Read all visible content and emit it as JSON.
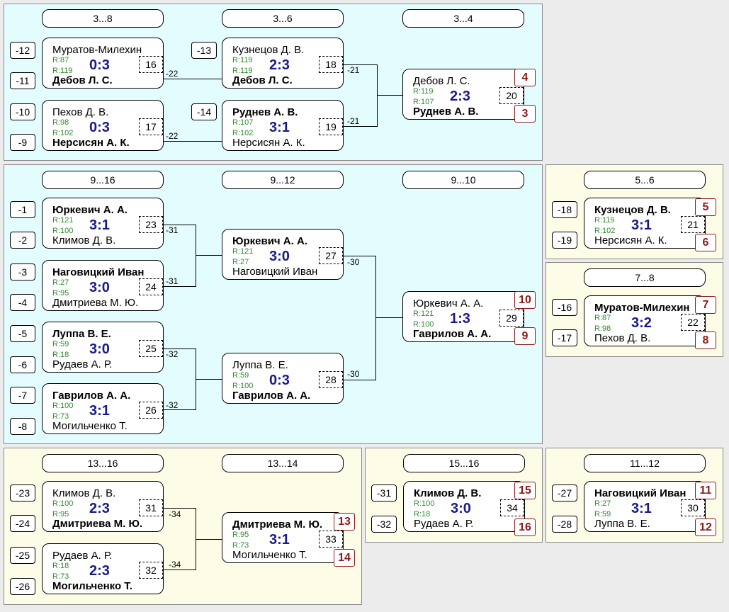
{
  "panels": {
    "main38": {
      "headers": [
        "3...8",
        "3...6",
        "3...4"
      ],
      "seeds": [
        "-12",
        "-11",
        "-10",
        "-9",
        "-13",
        "-14"
      ],
      "matches": [
        {
          "p1": "Муратов-Милехин",
          "p2": "Дебов Л. С.",
          "r1": "R:87",
          "r2": "R:119",
          "score": "0:3",
          "num": "16"
        },
        {
          "p1": "Пехов Д. В.",
          "p2": "Нерсисян А. К.",
          "r1": "R:98",
          "r2": "R:102",
          "score": "0:3",
          "num": "17"
        },
        {
          "p1": "Кузнецов Д. В.",
          "p2": "Дебов Л. С.",
          "r1": "R:119",
          "r2": "R:119",
          "score": "2:3",
          "num": "18"
        },
        {
          "p1": "Руднев А. В.",
          "p2": "Нерсисян А. К.",
          "r1": "R:107",
          "r2": "R:102",
          "score": "3:1",
          "num": "19"
        },
        {
          "p1": "Дебов Л. С.",
          "p2": "Руднев А. В.",
          "r1": "R:119",
          "r2": "R:107",
          "score": "2:3",
          "num": "20"
        }
      ],
      "dest": [
        "-22",
        "-22",
        "-21",
        "-21"
      ],
      "places": [
        "4",
        "3"
      ]
    },
    "main916": {
      "headers": [
        "9...16",
        "9...12",
        "9...10"
      ],
      "seeds": [
        "-1",
        "-2",
        "-3",
        "-4",
        "-5",
        "-6",
        "-7",
        "-8"
      ],
      "matches": [
        {
          "p1": "Юркевич А. А.",
          "p2": "Климов Д. В.",
          "r1": "R:121",
          "r2": "R:100",
          "score": "3:1",
          "num": "23"
        },
        {
          "p1": "Наговицкий Иван",
          "p2": "Дмитриева М. Ю.",
          "r1": "R:27",
          "r2": "R:95",
          "score": "3:0",
          "num": "24"
        },
        {
          "p1": "Луппа В. Е.",
          "p2": "Рудаев А. Р.",
          "r1": "R:59",
          "r2": "R:18",
          "score": "3:0",
          "num": "25"
        },
        {
          "p1": "Гаврилов А. А.",
          "p2": "Могильченко Т.",
          "r1": "R:100",
          "r2": "R:73",
          "score": "3:1",
          "num": "26"
        },
        {
          "p1": "Юркевич А. А.",
          "p2": "Наговицкий Иван",
          "r1": "R:121",
          "r2": "R:27",
          "score": "3:0",
          "num": "27"
        },
        {
          "p1": "Луппа В. Е.",
          "p2": "Гаврилов А. А.",
          "r1": "R:59",
          "r2": "R:100",
          "score": "0:3",
          "num": "28"
        },
        {
          "p1": "Юркевич А. А.",
          "p2": "Гаврилов А. А.",
          "r1": "R:121",
          "r2": "R:100",
          "score": "1:3",
          "num": "29"
        }
      ],
      "dest": [
        "-31",
        "-31",
        "-32",
        "-32",
        "-30",
        "-30"
      ],
      "places": [
        "10",
        "9"
      ]
    },
    "p56": {
      "header": "5...6",
      "seeds": [
        "-18",
        "-19"
      ],
      "match": {
        "p1": "Кузнецов Д. В.",
        "p2": "Нерсисян А. К.",
        "r1": "R:119",
        "r2": "R:102",
        "score": "3:1",
        "num": "21"
      },
      "places": [
        "5",
        "6"
      ]
    },
    "p78": {
      "header": "7...8",
      "seeds": [
        "-16",
        "-17"
      ],
      "match": {
        "p1": "Муратов-Милехин",
        "p2": "Пехов Д. В.",
        "r1": "R:87",
        "r2": "R:98",
        "score": "3:2",
        "num": "22"
      },
      "places": [
        "7",
        "8"
      ]
    },
    "main1316": {
      "headers": [
        "13...16",
        "13...14"
      ],
      "seeds": [
        "-23",
        "-24",
        "-25",
        "-26"
      ],
      "matches": [
        {
          "p1": "Климов Д. В.",
          "p2": "Дмитриева М. Ю.",
          "r1": "R:100",
          "r2": "R:95",
          "score": "2:3",
          "num": "31"
        },
        {
          "p1": "Рудаев А. Р.",
          "p2": "Могильченко Т.",
          "r1": "R:18",
          "r2": "R:73",
          "score": "2:3",
          "num": "32"
        },
        {
          "p1": "Дмитриева М. Ю.",
          "p2": "Могильченко Т.",
          "r1": "R:95",
          "r2": "R:73",
          "score": "3:1",
          "num": "33"
        }
      ],
      "dest": [
        "-34",
        "-34"
      ],
      "places": [
        "13",
        "14"
      ]
    },
    "p1516": {
      "header": "15...16",
      "seeds": [
        "-31",
        "-32"
      ],
      "match": {
        "p1": "Климов Д. В.",
        "p2": "Рудаев А. Р.",
        "r1": "R:100",
        "r2": "R:18",
        "score": "3:0",
        "num": "34"
      },
      "places": [
        "15",
        "16"
      ]
    },
    "p1112": {
      "header": "11...12",
      "seeds": [
        "-27",
        "-28"
      ],
      "match": {
        "p1": "Наговицкий Иван",
        "p2": "Луппа В. Е.",
        "r1": "R:27",
        "r2": "R:59",
        "score": "3:1",
        "num": "30"
      },
      "places": [
        "11",
        "12"
      ]
    }
  },
  "colors": {
    "score": "#1a1a8c",
    "rating": "#2e8b2e",
    "place": "#8b1a1a",
    "cyan_panel": "#e3fdff",
    "yellow_panel": "#fdfde7"
  }
}
